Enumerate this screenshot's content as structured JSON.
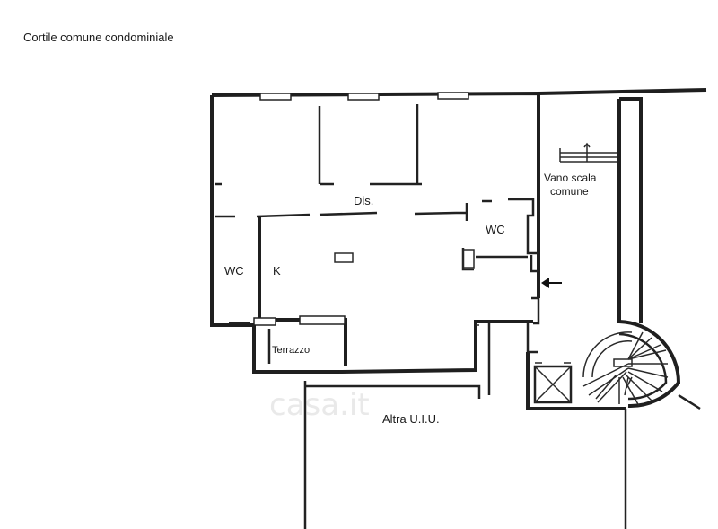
{
  "title": "Cortile comune condominiale",
  "rooms": {
    "dis": "Dis.",
    "wc_left": "WC",
    "k": "K",
    "wc_right": "WC",
    "vano_scala_line1": "Vano scala",
    "vano_scala_line2": "comune",
    "terrazzo": "Terrazzo",
    "altra_uiu": "Altra U.I.U."
  },
  "watermark": "casa.it",
  "icons": {
    "entrance": "arrow-left-icon",
    "lift": "lift-shaft-icon",
    "stairs": "spiral-staircase-icon"
  }
}
